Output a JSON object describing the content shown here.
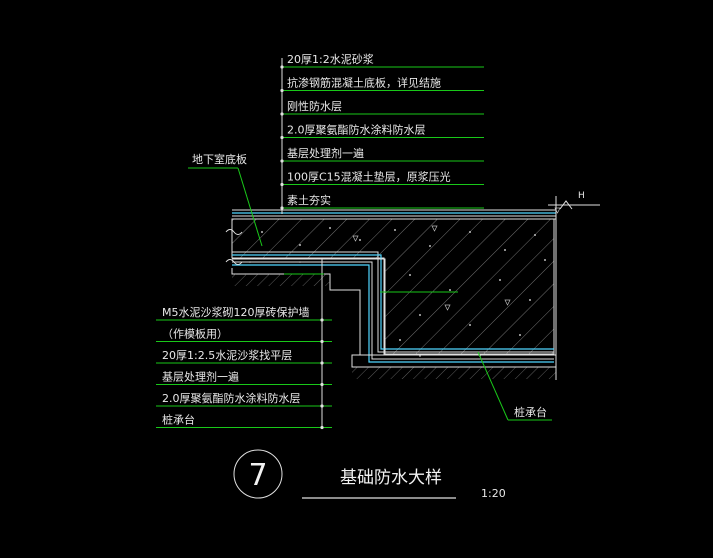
{
  "layers_top": [
    "20厚1:2水泥砂浆",
    "抗渗钢筋混凝土底板，详见结施",
    "刚性防水层",
    "2.0厚聚氨酯防水涂料防水层",
    "基层处理剂一遍",
    "100厚C15混凝土垫层，原浆压光",
    "素土夯实"
  ],
  "layers_side": [
    "M5水泥沙浆砌120厚砖保护墙",
    "（作模板用）",
    "20厚1:2.5水泥沙浆找平层",
    "基层处理剂一遍",
    "2.0厚聚氨酯防水涂料防水层",
    "桩承台"
  ],
  "label_slab": "地下室底板",
  "label_pilecap": "桩承台",
  "label_H": "H",
  "detail_number": "7",
  "title": "基础防水大样",
  "scale": "1:20",
  "colors": {
    "leader": "#19c819",
    "outline": "#e0e0e0",
    "membrane": "#4fd6ff",
    "text": "#e8e8e8"
  }
}
